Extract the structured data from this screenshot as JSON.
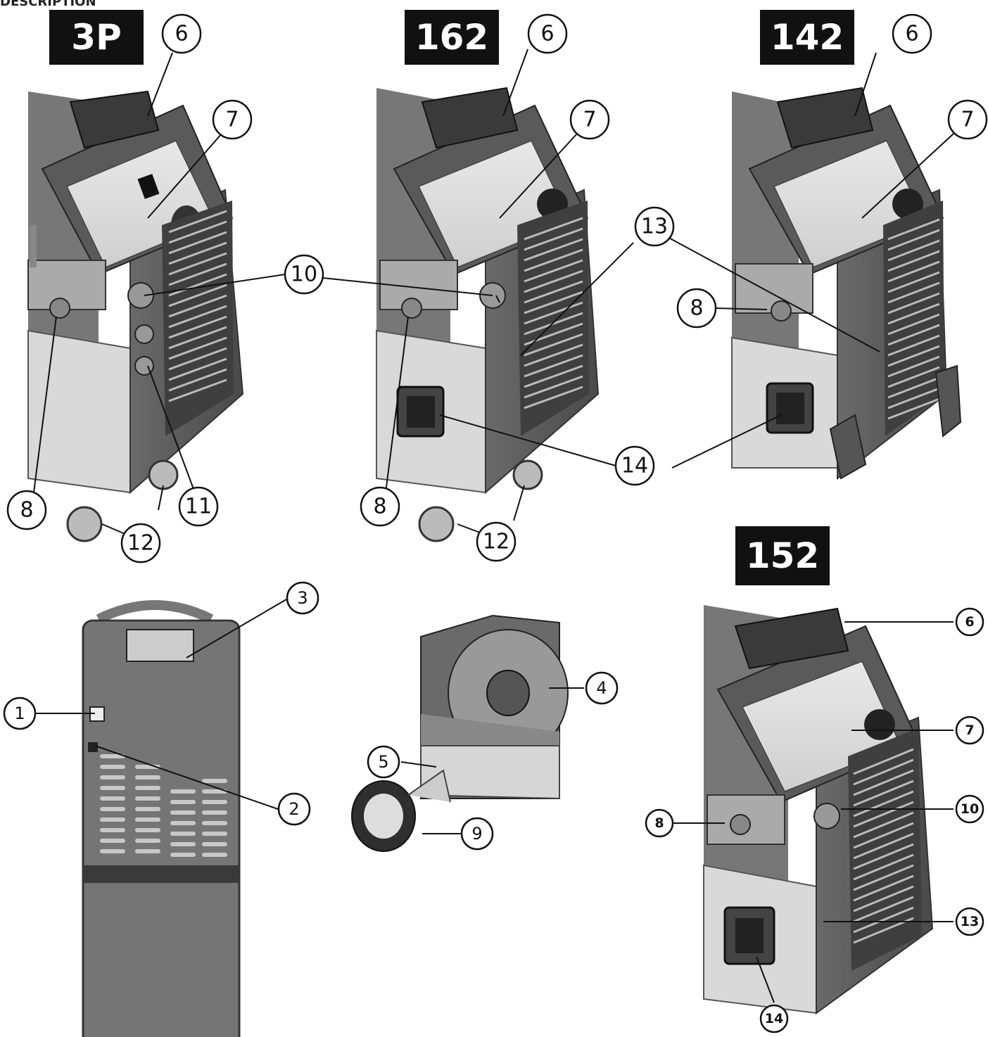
{
  "header": {
    "section_title": "DESCRIPTION"
  },
  "models": {
    "m3p": "3P",
    "m162": "162",
    "m142": "142",
    "m152": "152"
  },
  "callouts": {
    "n1": "1",
    "n2": "2",
    "n3": "3",
    "n4": "4",
    "n5": "5",
    "n6": "6",
    "n7": "7",
    "n8": "8",
    "n9": "9",
    "n10": "10",
    "n11": "11",
    "n12": "12",
    "n13": "13",
    "n14": "14"
  }
}
